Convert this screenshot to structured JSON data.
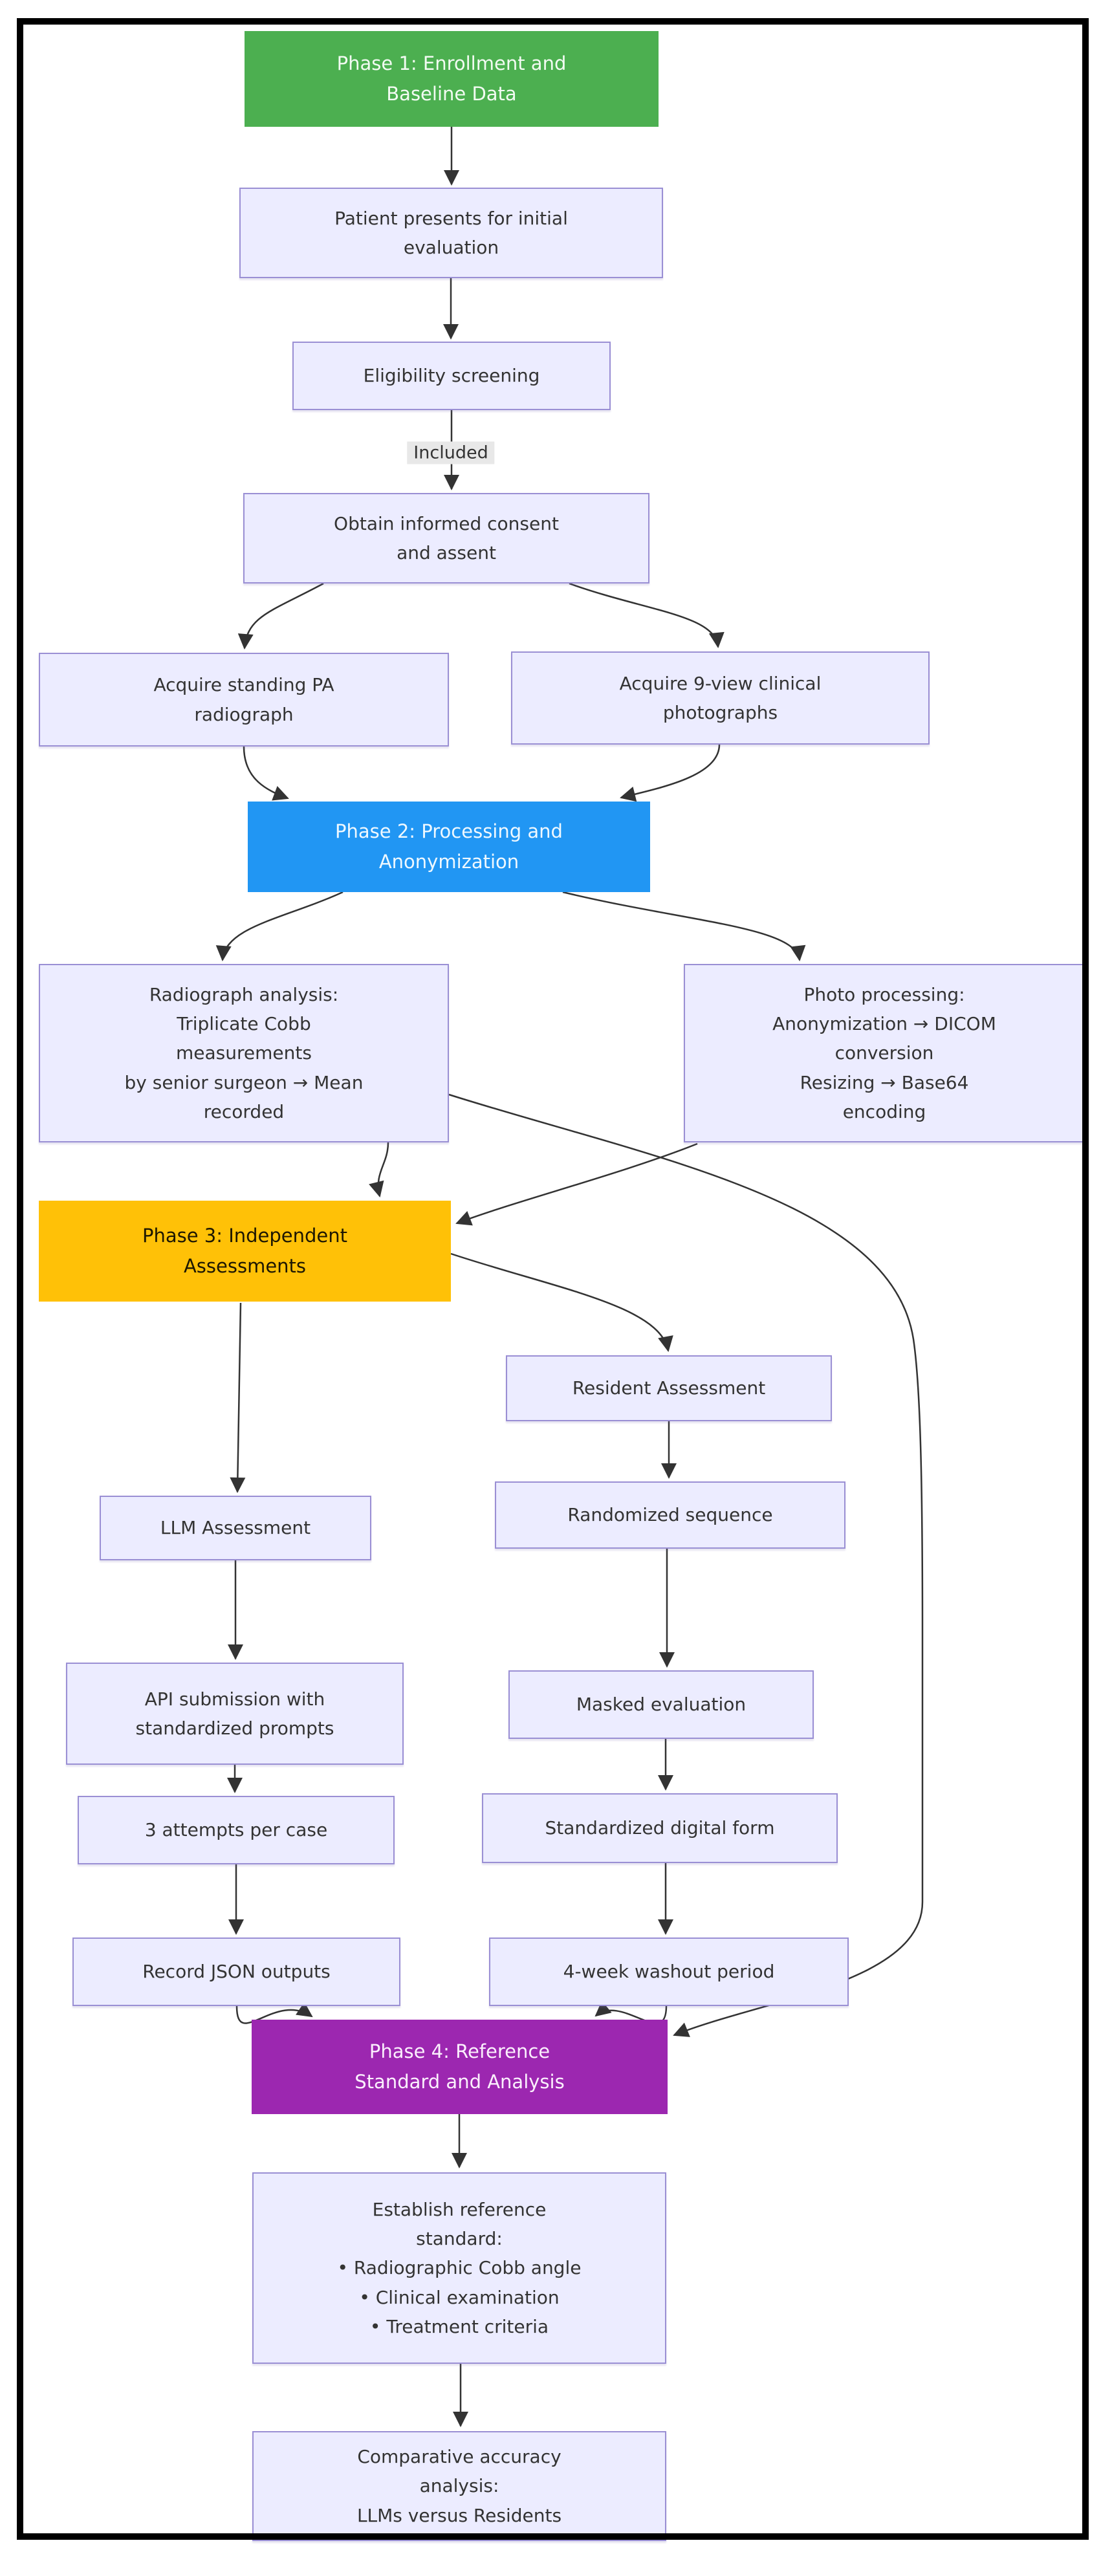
{
  "diagram": {
    "type": "flowchart",
    "direction": "top-down",
    "edge_label": "Included",
    "colors": {
      "phase1_fill": "#4CAF50",
      "phase2_fill": "#2196F3",
      "phase3_fill": "#FFC107",
      "phase4_fill": "#9C27B0",
      "step_fill": "#ECECFF",
      "step_border": "#9A8FD4",
      "edge_stroke": "#333333",
      "edge_label_bg": "#E8E8E8",
      "frame_border": "#000000"
    },
    "nodes": {
      "phase1": {
        "label": "Phase 1: Enrollment and\nBaseline Data"
      },
      "patient": {
        "label": "Patient presents for initial\nevaluation"
      },
      "eligibility": {
        "label": "Eligibility screening"
      },
      "consent": {
        "label": "Obtain informed consent\nand assent"
      },
      "xray_acquire": {
        "label": "Acquire standing PA\nradiograph"
      },
      "photo_acquire": {
        "label": "Acquire 9-view clinical\nphotographs"
      },
      "phase2": {
        "label": "Phase 2: Processing and\nAnonymization"
      },
      "xray_analysis": {
        "label": "Radiograph analysis:\nTriplicate Cobb\nmeasurements\nby senior surgeon → Mean\nrecorded"
      },
      "photo_processing": {
        "label": "Photo processing:\nAnonymization → DICOM\nconversion\nResizing → Base64\nencoding"
      },
      "phase3": {
        "label": "Phase 3: Independent\nAssessments"
      },
      "resident": {
        "label": "Resident Assessment"
      },
      "llm": {
        "label": "LLM Assessment"
      },
      "randomized": {
        "label": "Randomized sequence"
      },
      "api": {
        "label": "API submission with\nstandardized prompts"
      },
      "masked": {
        "label": "Masked evaluation"
      },
      "attempts": {
        "label": "3 attempts per case"
      },
      "digital_form": {
        "label": "Standardized digital form"
      },
      "record_json": {
        "label": "Record JSON outputs"
      },
      "washout": {
        "label": "4-week washout period"
      },
      "phase4": {
        "label": "Phase 4: Reference\nStandard and Analysis"
      },
      "establish": {
        "label": "Establish reference\nstandard:\n• Radiographic Cobb angle\n• Clinical examination\n• Treatment criteria"
      },
      "comparative": {
        "label": "Comparative accuracy\nanalysis:\nLLMs versus Residents"
      }
    }
  }
}
